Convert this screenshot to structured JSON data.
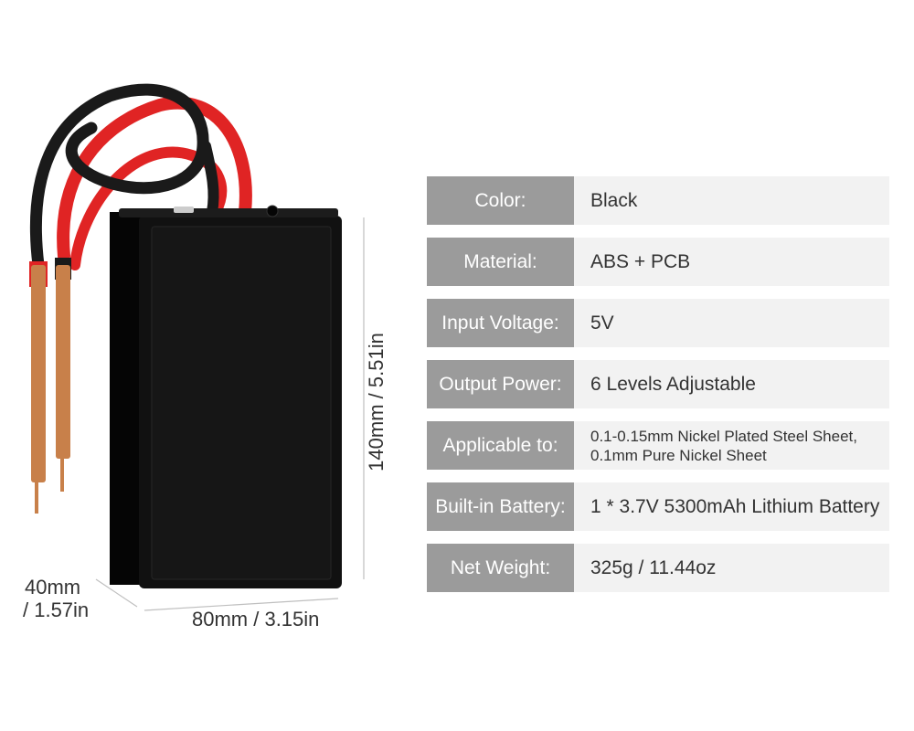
{
  "dimensions": {
    "height": "140mm / 5.51in",
    "width": "80mm / 3.15in",
    "depth_line1": "40mm",
    "depth_line2": "/ 1.57in"
  },
  "specs": [
    {
      "label": "Color:",
      "value": "Black"
    },
    {
      "label": "Material:",
      "value": "ABS + PCB"
    },
    {
      "label": "Input Voltage:",
      "value": "5V"
    },
    {
      "label": "Output Power:",
      "value": "6 Levels Adjustable"
    },
    {
      "label": "Applicable to:",
      "value": "0.1-0.15mm Nickel Plated Steel Sheet, 0.1mm Pure Nickel Sheet"
    },
    {
      "label": "Built-in Battery:",
      "value": "1 * 3.7V 5300mAh Lithium Battery"
    },
    {
      "label": "Net Weight:",
      "value": "325g / 11.44oz"
    }
  ],
  "colors": {
    "label_bg": "#9b9b9b",
    "value_bg": "#f2f2f2",
    "box": "#111111",
    "cable_red": "#e02424",
    "cable_black": "#1a1a1a",
    "probe": "#c8804a"
  }
}
